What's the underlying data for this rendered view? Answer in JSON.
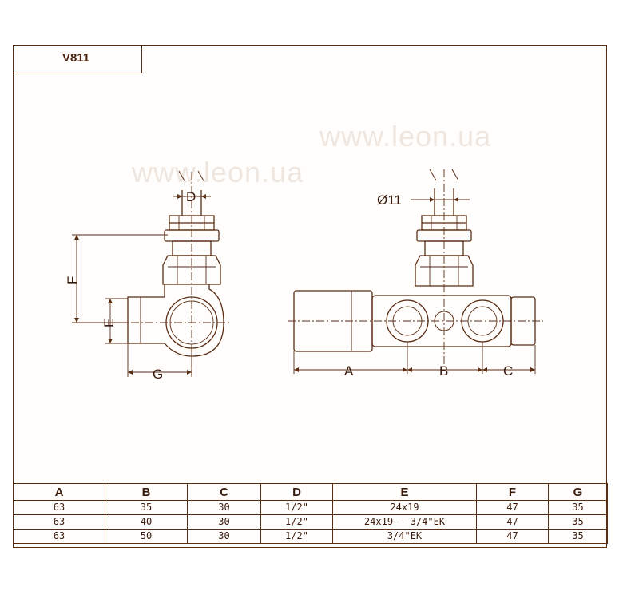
{
  "model": "V811",
  "watermark": "www.leon.ua",
  "dimension_labels": {
    "D": "D",
    "F": "F",
    "E": "E",
    "G": "G",
    "diameter": "Ø11",
    "A": "A",
    "B": "B",
    "C": "C"
  },
  "table": {
    "headers": [
      "A",
      "B",
      "C",
      "D",
      "E",
      "F",
      "G"
    ],
    "rows": [
      [
        "63",
        "35",
        "30",
        "1/2\"",
        "24x19",
        "47",
        "35"
      ],
      [
        "63",
        "40",
        "30",
        "1/2\"",
        "24x19 - 3/4\"EK",
        "47",
        "35"
      ],
      [
        "63",
        "50",
        "30",
        "1/2\"",
        "3/4\"EK",
        "47",
        "35"
      ]
    ]
  },
  "colors": {
    "line": "#5a2c12",
    "text": "#3a1b0c",
    "watermark": "#efe6df"
  }
}
